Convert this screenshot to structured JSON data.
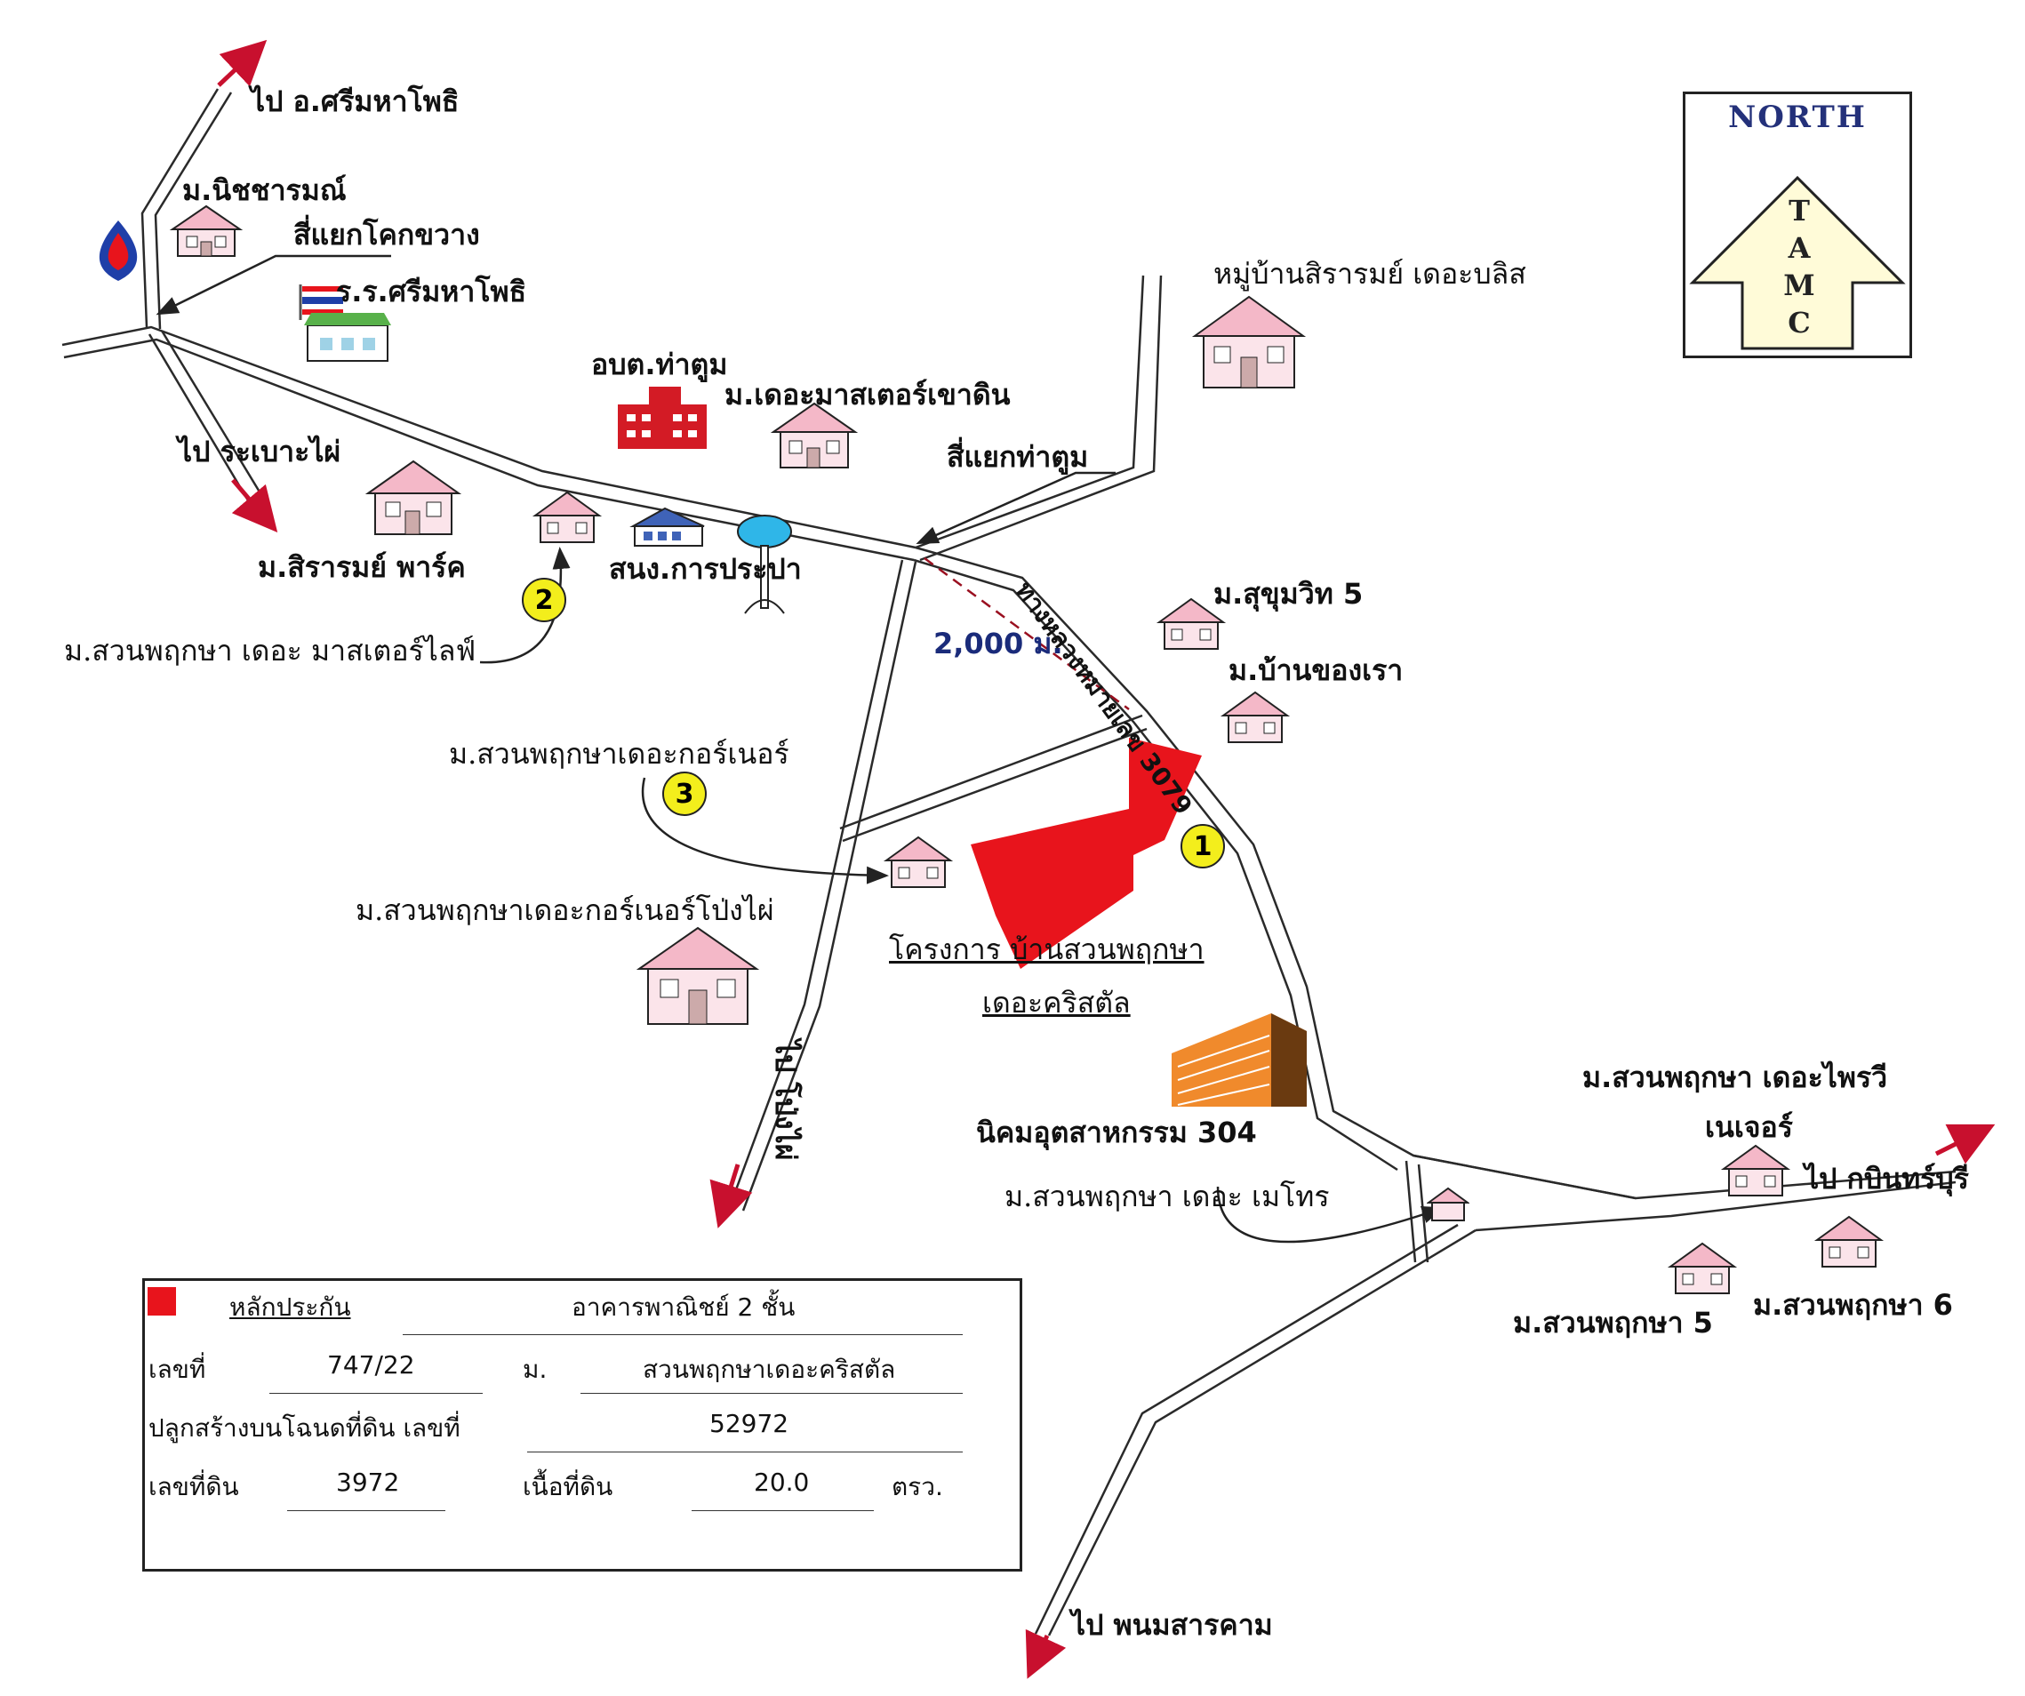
{
  "north": {
    "title": "NORTH",
    "letters": [
      "T",
      "A",
      "M",
      "C"
    ]
  },
  "colors": {
    "project": "#e8141c",
    "marker": "#f3ee1c",
    "road": "#2a2a2a",
    "arrow": "#c8102e",
    "arrow_blue": "#1f3fa8",
    "label_blue": "#1a2b7a"
  },
  "labels": {
    "to_sri_maha_phot": "ไป อ.ศรีมหาโพธิ",
    "village_nitcharam": "ม.นิชชารมณ์",
    "junction_khok_khwang": "สี่แยกโคกขวาง",
    "school": "ร.ร.ศรีมหาโพธิ",
    "to_rabao_phai": "ไป ระเบาะไผ่",
    "obt_tha_tum": "อบต.ท่าตูม",
    "village_master_khao_din": "ม.เดอะมาสเตอร์เขาดิน",
    "junction_tha_tum": "สี่แยกท่าตูม",
    "village_sirarom_bliss": "หมู่บ้านสิรารมย์ เดอะบลิส",
    "village_sirarom_park": "ม.สิรารมย์ พาร์ค",
    "water_office": "สนง.การประปา",
    "village_master_life": "ม.สวนพฤกษา เดอะ มาสเตอร์ไลฟ์",
    "distance": "2,000 ม.",
    "highway": "ทางหลวงหมายเลข 3079",
    "village_sukhumvit5": "ม.สุขุมวิท 5",
    "village_ban_khong_rao": "ม.บ้านของเรา",
    "village_corner": "ม.สวนพฤกษาเดอะกอร์เนอร์",
    "village_corner_pong_phai": "ม.สวนพฤกษาเดอะกอร์เนอร์โป่งไผ่",
    "project_line1": "โครงการ บ้านสวนพฤกษา",
    "project_line2": "เดอะคริสตัล",
    "to_pong_phai": "ไป โป่งไผ่",
    "industrial_estate": "นิคมอุตสาหกรรม 304",
    "village_phraiwari": "ม.สวนพฤกษา เดอะไพรวี",
    "village_nature": "เนเจอร์",
    "to_kabin_buri": "ไป กบินทร์บุรี",
    "village_metro": "ม.สวนพฤกษา เดอะ เมโทร",
    "village_5": "ม.สวนพฤกษา 5",
    "village_6": "ม.สวนพฤกษา 6",
    "to_phanom_sarakham": "ไป พนมสารคาม"
  },
  "markers": [
    "1",
    "2",
    "3"
  ],
  "legend": {
    "collateral": "หลักประกัน",
    "building_type": "อาคารพาณิชย์ 2 ชั้น",
    "house_no_label": "เลขที่",
    "house_no": "747/22",
    "village_prefix": "ม.",
    "village_name": "สวนพฤกษาเดอะคริสตัล",
    "deed_label": "ปลูกสร้างบนโฉนดที่ดิน เลขที่",
    "deed_no": "52972",
    "land_no_label": "เลขที่ดิน",
    "land_no": "3972",
    "area_label": "เนื้อที่ดิน",
    "area": "20.0",
    "area_unit": "ตรว."
  }
}
